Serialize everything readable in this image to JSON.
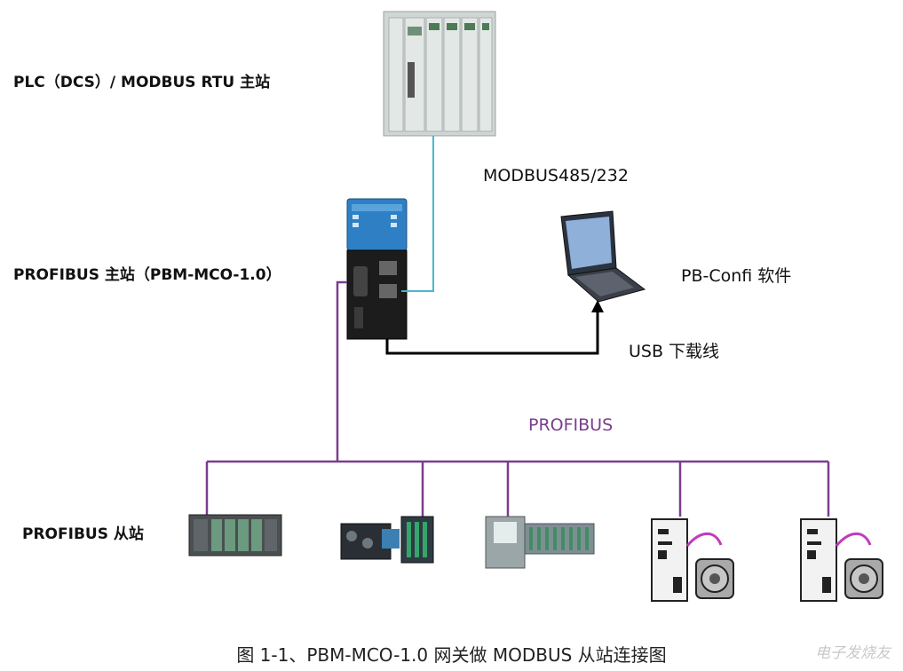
{
  "labels": {
    "plc_master": "PLC（DCS）/ MODBUS RTU 主站",
    "modbus_link": "MODBUS485/232",
    "pb_master": "PROFIBUS  主站（PBM-MCO-1.0）",
    "pb_confi": "PB-Confi 软件",
    "usb": "USB 下载线",
    "profibus_bus": "PROFIBUS",
    "pb_slave": "PROFIBUS 从站"
  },
  "caption": "图 1-1、PBM-MCO-1.0 网关做 MODBUS 从站连接图",
  "watermark": "电子发烧友",
  "colors": {
    "modbus_line": "#49b7cf",
    "usb_line": "#000000",
    "profibus_line": "#7a3d8f",
    "profibus_text": "#7a3d8f"
  }
}
